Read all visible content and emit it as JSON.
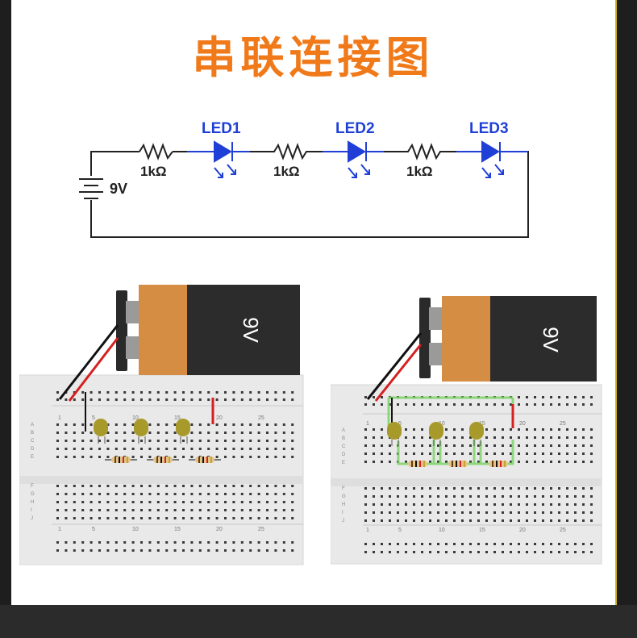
{
  "title": "串联连接图",
  "schematic": {
    "battery_label": "9V",
    "resistor_labels": [
      "1kΩ",
      "1kΩ",
      "1kΩ"
    ],
    "led_labels": [
      "LED1",
      "LED2",
      "LED3"
    ]
  },
  "breadboard_left": {
    "battery_label": "9V",
    "column_numbers": [
      "1",
      "5",
      "10",
      "15",
      "20",
      "25"
    ],
    "row_letters_top": [
      "A",
      "B",
      "C",
      "D",
      "E"
    ],
    "row_letters_bottom": [
      "F",
      "G",
      "H",
      "I",
      "J"
    ]
  },
  "breadboard_right": {
    "battery_label": "9V",
    "column_numbers": [
      "1",
      "5",
      "10",
      "15",
      "20",
      "25"
    ],
    "row_letters_top": [
      "A",
      "B",
      "C",
      "D",
      "E"
    ],
    "row_letters_bottom": [
      "F",
      "G",
      "H",
      "I",
      "J"
    ]
  },
  "colors": {
    "title": "#f07a1a",
    "led_blue": "#1f3fd6",
    "wire_red": "#d42020",
    "wire_black": "#111111",
    "led_body": "#a89a2a",
    "battery_orange": "#d58c43",
    "battery_dark": "#2c2c2c",
    "trace_green": "#7ed36a"
  }
}
